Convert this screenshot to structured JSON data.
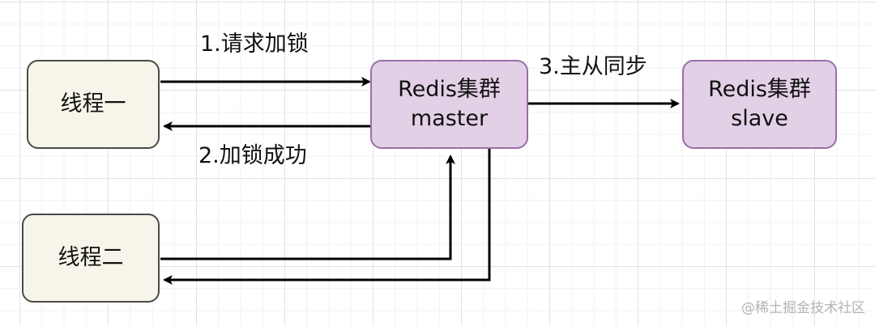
{
  "nodes": {
    "thread1": {
      "label": "线程一"
    },
    "thread2": {
      "label": "线程二"
    },
    "master": {
      "line1": "Redis集群",
      "line2": "master"
    },
    "slave": {
      "line1": "Redis集群",
      "line2": "slave"
    }
  },
  "edges": {
    "request_lock": "1.请求加锁",
    "lock_success": "2.加锁成功",
    "master_slave_sync": "3.主从同步"
  },
  "colors": {
    "thread_fill": "#f7f5e9",
    "thread_border": "#4a4a4a",
    "redis_fill": "#e2d0e6",
    "redis_border": "#9a6fa6",
    "edge": "#000000"
  },
  "watermark": "@稀土掘金技术社区"
}
